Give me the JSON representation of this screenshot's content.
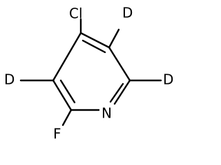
{
  "molecule": {
    "atoms": [
      {
        "id": "Cl",
        "label": "Cl"
      },
      {
        "id": "D5",
        "label": "D"
      },
      {
        "id": "D3",
        "label": "D"
      },
      {
        "id": "D6",
        "label": "D"
      },
      {
        "id": "N1",
        "label": "N"
      },
      {
        "id": "F",
        "label": "F"
      }
    ],
    "bonds": [
      {
        "from": "C4",
        "to": "C5",
        "order": 2
      },
      {
        "from": "C5",
        "to": "C6",
        "order": 1
      },
      {
        "from": "C6",
        "to": "N1",
        "order": 2
      },
      {
        "from": "N1",
        "to": "C2",
        "order": 1
      },
      {
        "from": "C2",
        "to": "C3",
        "order": 2
      },
      {
        "from": "C3",
        "to": "C4",
        "order": 1
      },
      {
        "from": "C4",
        "to": "Cl",
        "order": 1
      },
      {
        "from": "C5",
        "to": "D5",
        "order": 1
      },
      {
        "from": "C3",
        "to": "D3",
        "order": 1
      },
      {
        "from": "C6",
        "to": "D6",
        "order": 1
      },
      {
        "from": "C2",
        "to": "F",
        "order": 1
      }
    ]
  }
}
